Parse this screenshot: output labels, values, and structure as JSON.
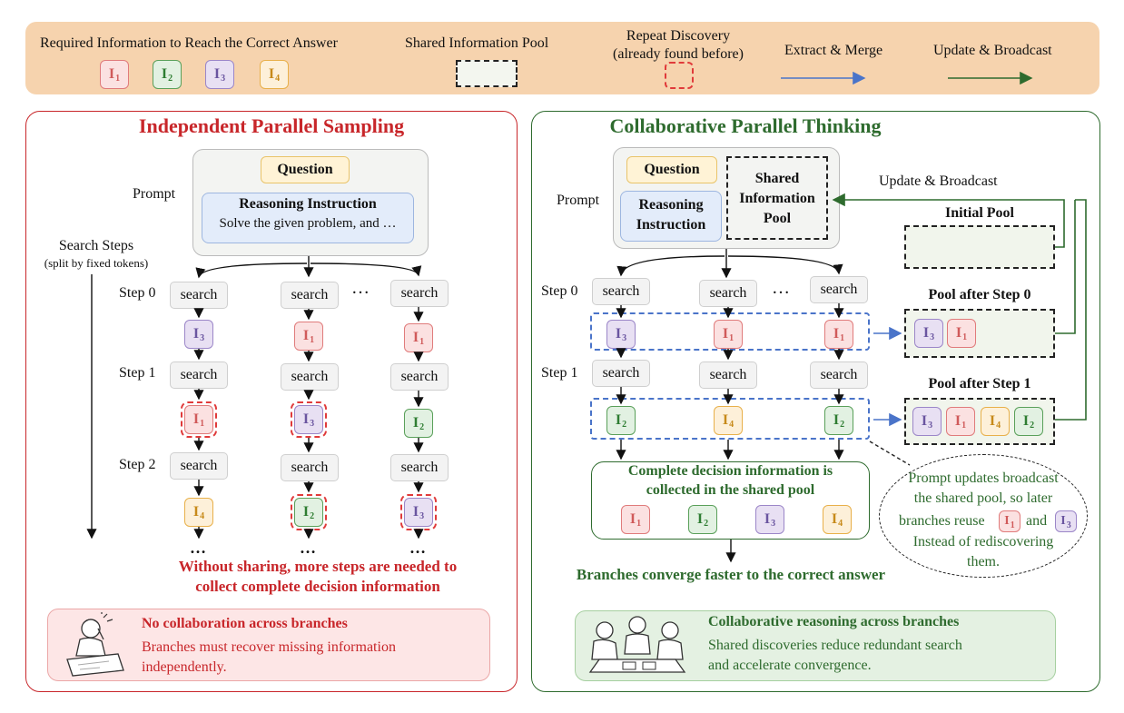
{
  "legend": {
    "required_info": "Required Information to Reach the Correct Answer",
    "shared_pool": "Shared Information Pool",
    "repeat_line1": "Repeat Discovery",
    "repeat_line2": "(already found before)",
    "extract_merge": "Extract & Merge",
    "update_broadcast": "Update & Broadcast"
  },
  "info_chips": [
    "I1",
    "I2",
    "I3",
    "I4"
  ],
  "colors": {
    "I1": "#e07b7b",
    "I2": "#5aa05a",
    "I3": "#9b86c8",
    "I4": "#e8b04a",
    "left_accent": "#c8262a",
    "right_accent": "#2e6b2e",
    "extract_arrow": "#4a74c9",
    "legend_bg": "#f6d3ae"
  },
  "left": {
    "title": "Independent Parallel Sampling",
    "prompt_label": "Prompt",
    "question": "Question",
    "reasoning_title": "Reasoning Instruction",
    "reasoning_text": "Solve the given problem, and …",
    "search_steps_line1": "Search Steps",
    "search_steps_line2": "(split by fixed tokens)",
    "step0": "Step 0",
    "step1": "Step 1",
    "step2": "Step 2",
    "search": "search",
    "ellipsis": "…",
    "dots": "…",
    "warning_line1": "Without sharing, more steps are needed to",
    "warning_line2": "collect complete decision information",
    "note_title": "No collaboration across branches",
    "note_line1": "Branches must recover missing information",
    "note_line2": "independently."
  },
  "right": {
    "title": "Collaborative Parallel Thinking",
    "prompt_label": "Prompt",
    "question": "Question",
    "reasoning_line1": "Reasoning",
    "reasoning_line2": "Instruction",
    "pool_line1": "Shared",
    "pool_line2": "Information",
    "pool_line3": "Pool",
    "update_broadcast": "Update & Broadcast",
    "initial_pool": "Initial Pool",
    "pool_step0": "Pool after Step 0",
    "pool_step1": "Pool after Step 1",
    "step0": "Step 0",
    "step1": "Step 1",
    "search": "search",
    "ellipsis": "…",
    "complete_line1": "Complete decision information is",
    "complete_line2": "collected in the shared pool",
    "converge": "Branches converge faster to the correct answer",
    "bubble_line1": "Prompt updates broadcast",
    "bubble_line2": "the shared pool, so later",
    "bubble_line3a": "branches reuse",
    "bubble_and": "and",
    "bubble_line4": "Instead of rediscovering",
    "bubble_line5": "them.",
    "note_title": "Collaborative reasoning across branches",
    "note_line1": "Shared discoveries reduce redundant search",
    "note_line2": "and accelerate convergence."
  }
}
